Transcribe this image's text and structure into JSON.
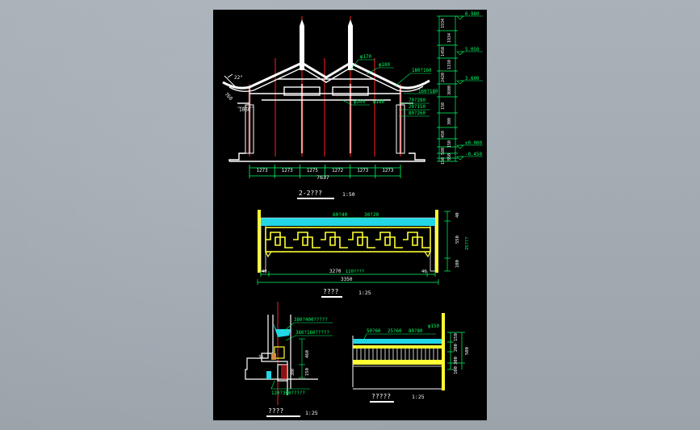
{
  "colors": {
    "background": "#a3abb3",
    "sheet": "#000000",
    "structure": "#ffffff",
    "dimension": "#00ff66",
    "axis": "#ff2020",
    "fill_cyan": "#22d6e6",
    "fret_yellow": "#ffff33",
    "roof_brown": "#d08a40",
    "title_text": "#ffffff"
  },
  "section_view": {
    "title": "2-2???",
    "scale": "1:50",
    "bay_dims": [
      "1273",
      "1273",
      "1275",
      "1272",
      "1273",
      "1273"
    ],
    "total_width": "7637",
    "left_angle": "22°",
    "left_eave": "760",
    "left_offset": "1060",
    "member_labels": [
      "φ170",
      "φ180",
      "180?160",
      "160?180",
      "φ200",
      "φ180",
      "70?280",
      "20?150",
      "80?260"
    ],
    "elevations": [
      "6.980",
      "5.050",
      "3.600",
      "±0.000",
      "-0.450"
    ],
    "right_dims": [
      "1934",
      "1934",
      "1450",
      "1150",
      "2420",
      "3600",
      "150",
      "300",
      "450",
      "150",
      "580",
      "550",
      "150"
    ]
  },
  "fret_view": {
    "title": "????",
    "scale": "1:25",
    "top_labels": [
      "60?40",
      "30?20"
    ],
    "inner_width": "3270",
    "note": "120????",
    "edge_left": "40",
    "edge_right": "40",
    "total_width": "3350",
    "right_dims": [
      "40",
      "550",
      "100"
    ],
    "right_note": "25???"
  },
  "detail_view": {
    "title": "????",
    "scale": "1:25",
    "labels": [
      "380?400?????",
      "360?160?????",
      "120?300?????"
    ],
    "dims": [
      "460",
      "150",
      "300",
      "30"
    ]
  },
  "rail_view": {
    "title": "?????",
    "scale": "1:25",
    "top_labels": [
      "50?60",
      "25?60",
      "80?80",
      "φ150"
    ],
    "right_dims": [
      "150",
      "200",
      "300",
      "500",
      "100"
    ]
  }
}
